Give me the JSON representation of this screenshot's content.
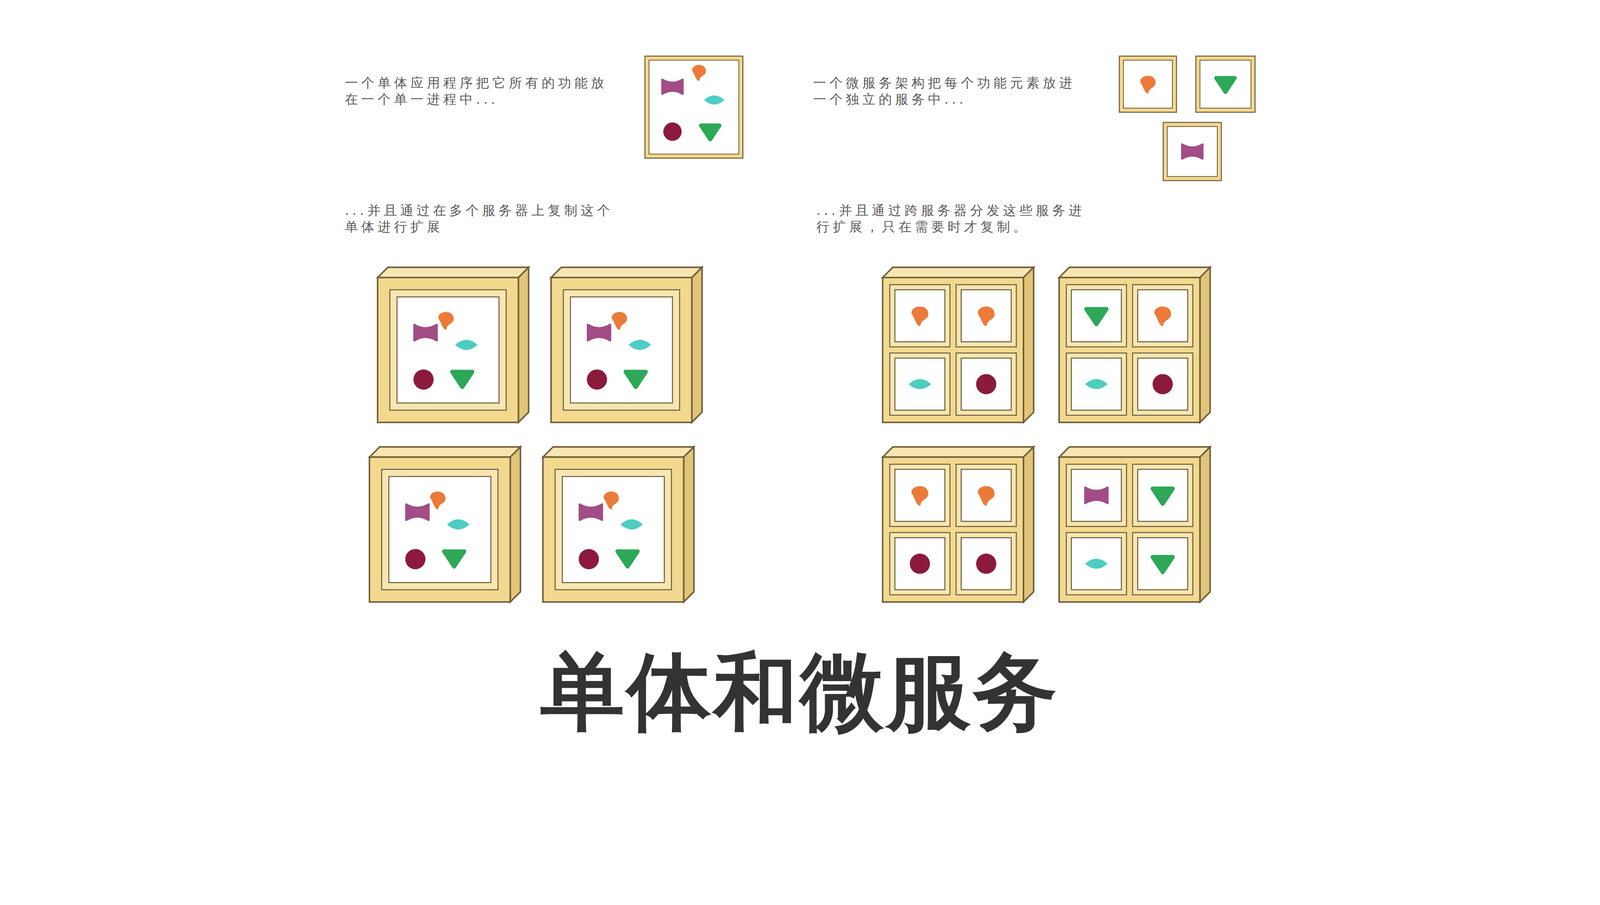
{
  "diagram": {
    "title": "单体和微服务",
    "labels": [
      "一个单体应用程序把它所有的功能放在一个单一进程中...",
      "...并且通过在多个服务器上复制这个单体进行扩展",
      "一个微服务架构把每个功能元素放进一个独立的服务中...",
      "...并且通过跨服务器分发这些服务进行扩展，只在需要时才复制。"
    ]
  }
}
